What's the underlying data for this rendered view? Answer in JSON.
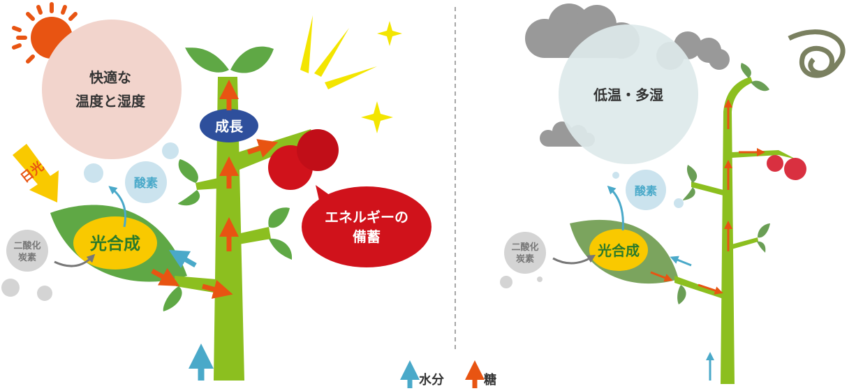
{
  "left": {
    "climate_line1": "快適な",
    "climate_line2": "温度と湿度",
    "sunlight": "日光",
    "oxygen": "酸素",
    "photosynthesis": "光合成",
    "co2_line1": "二酸化",
    "co2_line2": "炭素",
    "growth": "成長",
    "energy_line1": "エネルギーの",
    "energy_line2": "備蓄"
  },
  "right": {
    "climate": "低温・多湿",
    "oxygen": "酸素",
    "photosynthesis": "光合成",
    "co2_line1": "二酸化",
    "co2_line2": "炭素"
  },
  "legend": {
    "water": "水分",
    "sugar": "糖"
  },
  "colors": {
    "stem": "#8cbf1f",
    "leaf": "#5fa845",
    "water": "#4aa9c9",
    "sugar": "#e85412",
    "tomato": "#d0121b",
    "growth": "#2e4f9c",
    "photo": "#f9c900"
  }
}
